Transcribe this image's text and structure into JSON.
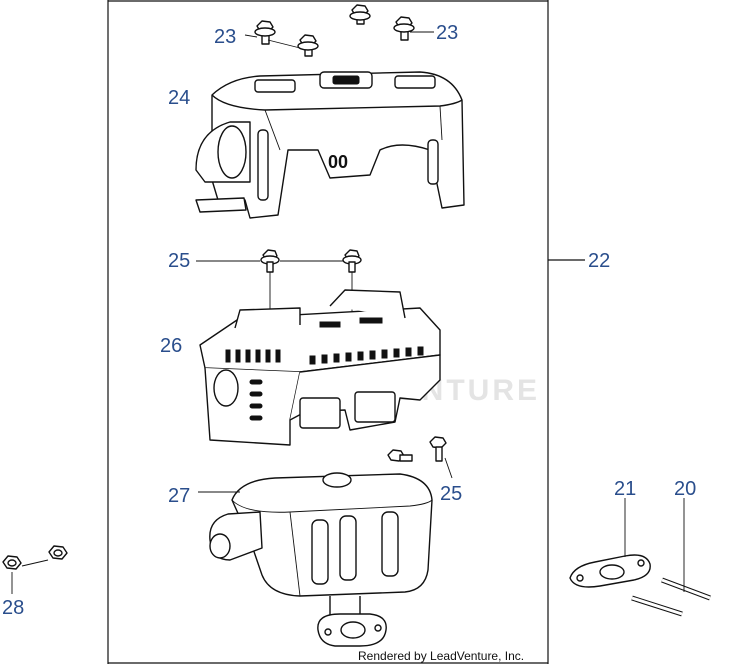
{
  "callouts": {
    "c20": "20",
    "c21": "21",
    "c22": "22",
    "c23a": "23",
    "c23b": "23",
    "c24": "24",
    "c25a": "25",
    "c25b": "25",
    "c26": "26",
    "c27": "27",
    "c28": "28"
  },
  "credit": "Rendered by LeadVenture, Inc.",
  "watermark": "LEADVENTURE",
  "colors": {
    "callout": "#2a4e8c",
    "line": "#111111",
    "watermark": "#e4e4e4"
  }
}
